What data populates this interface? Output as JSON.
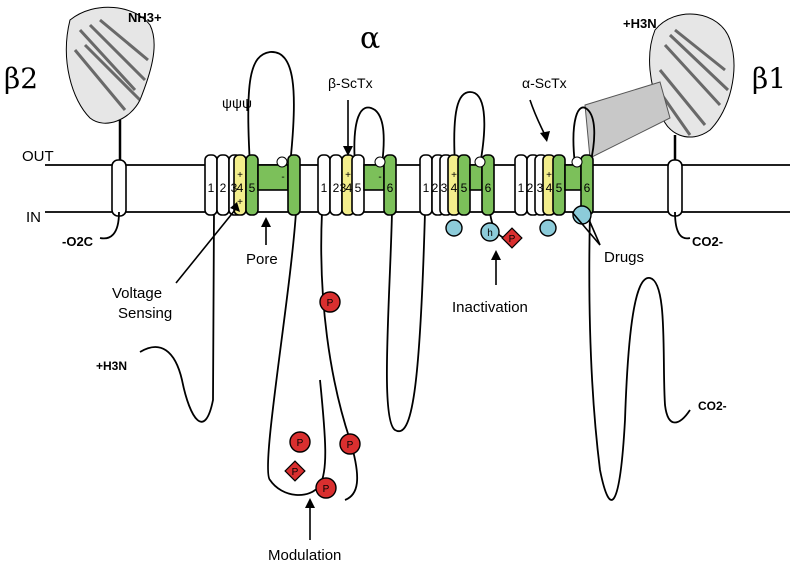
{
  "labels": {
    "alpha": "α",
    "beta2": "β2",
    "beta1": "β1",
    "out": "OUT",
    "in": "IN",
    "nh3_b2": "NH3+",
    "h3n_b1": "+H3N",
    "o2c_left": "-O2C",
    "co2_b1": "CO2-",
    "h3n_alpha": "+H3N",
    "co2_alpha": "CO2-",
    "beta_sctx": "β-ScTx",
    "alpha_sctx": "α-ScTx",
    "pore": "Pore",
    "voltage_sensing_1": "Voltage",
    "voltage_sensing_2": "Sensing",
    "inactivation": "Inactivation",
    "drugs": "Drugs",
    "modulation": "Modulation",
    "glyco": "ψψψ"
  },
  "segments": [
    "1",
    "2",
    "3",
    "4",
    "5",
    "6"
  ],
  "markers": {
    "phospho": "P",
    "inactivation_gate": "h",
    "plus": "+",
    "minus": "-"
  },
  "colors": {
    "s4_yellow": "#f3ee8c",
    "pore_green": "#7cc05a",
    "phospho_red": "#d92f2f",
    "gate_blue": "#8ccbd9",
    "scorpion_grey": "#c8c8c8"
  }
}
